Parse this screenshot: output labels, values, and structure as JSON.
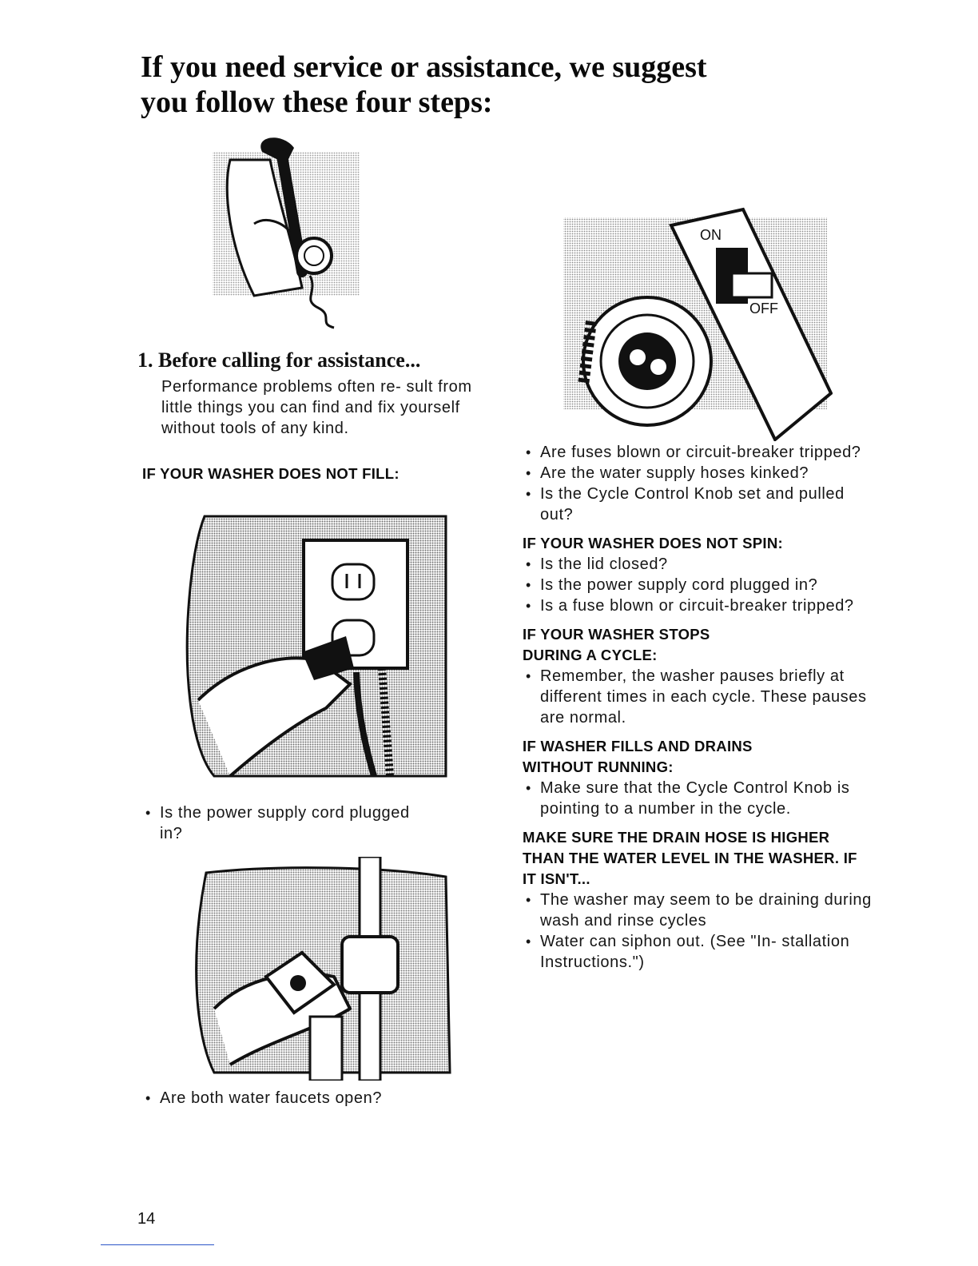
{
  "page": {
    "title_line1": "If you need service or assistance, we suggest",
    "title_line2": "you follow these four steps:",
    "page_number": "14"
  },
  "step1": {
    "heading": "1. Before calling for assistance...",
    "intro": "Performance problems often re- sult from little things you can find and fix yourself without tools of any kind."
  },
  "sections": {
    "not_fill": {
      "heading": "IF YOUR WASHER DOES NOT FILL:",
      "left_bullet_1": "Is the power supply cord plugged in?",
      "left_bullet_2": "Are both water faucets open?",
      "right_bullets": [
        "Are fuses blown or circuit-breaker tripped?",
        "Are the water supply hoses kinked?",
        "Is the Cycle Control Knob set and pulled out?"
      ]
    },
    "not_spin": {
      "heading": "IF YOUR WASHER DOES NOT SPIN:",
      "bullets": [
        "Is the lid closed?",
        "Is the power supply cord plugged in?",
        "Is a fuse blown or circuit-breaker tripped?"
      ]
    },
    "stops": {
      "heading": "IF YOUR WASHER STOPS DURING A CYCLE:",
      "bullets": [
        "Remember, the washer pauses briefly at different times in each cycle. These pauses are normal."
      ]
    },
    "fills_drains": {
      "heading": "IF WASHER FILLS AND DRAINS WITHOUT RUNNING:",
      "bullets": [
        "Make sure that the Cycle Control Knob is pointing to a number in the cycle."
      ]
    },
    "drain_hose": {
      "heading": "MAKE SURE THE DRAIN HOSE IS HIGHER THAN THE WATER LEVEL IN THE WASHER. IF IT ISN'T...",
      "bullets": [
        "The washer may seem to be draining during wash and rinse cycles",
        "Water can siphon out. (See \"In- stallation Instructions.\")"
      ]
    }
  },
  "illustrations": {
    "breaker_on": "ON",
    "breaker_off": "OFF"
  },
  "colors": {
    "text": "#111111",
    "footer_rule": "#2b55c8"
  }
}
